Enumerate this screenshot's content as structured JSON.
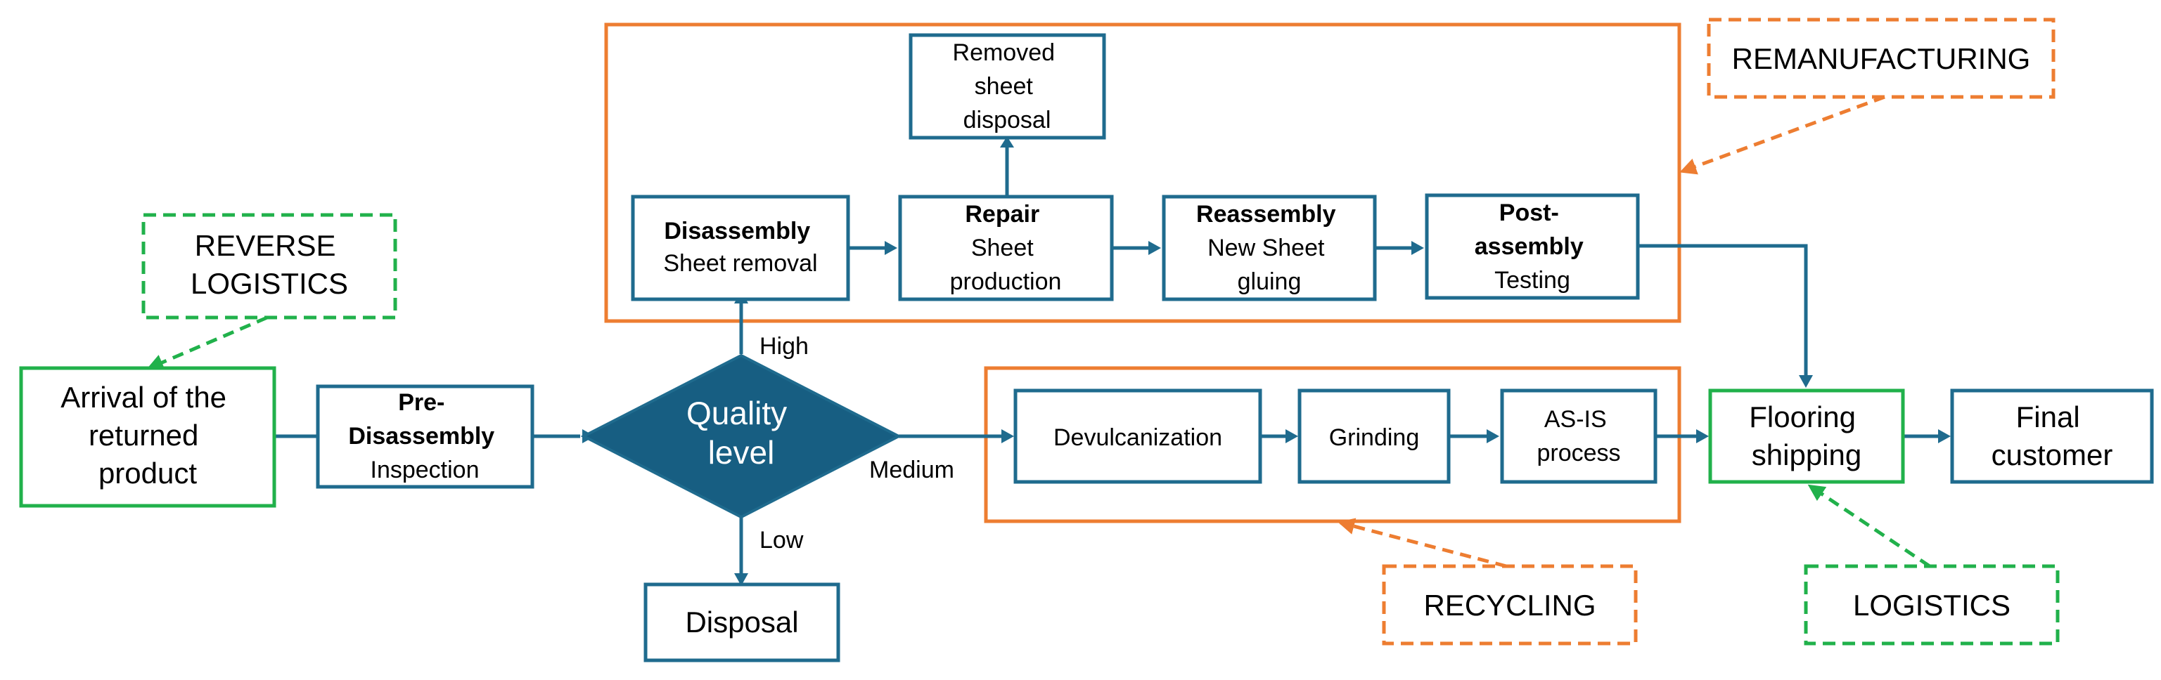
{
  "colors": {
    "process_blue": "#1f6b8e",
    "decision_fill": "#175e82",
    "orange": "#ed7d31",
    "green": "#21b14b"
  },
  "nodes": {
    "arrival": {
      "lines": [
        "Arrival of the",
        "returned",
        "product"
      ]
    },
    "predisassembly": {
      "bold": [
        "Pre-",
        "Disassembly"
      ],
      "normal": [
        "Inspection"
      ]
    },
    "quality": {
      "lines": [
        "Quality",
        "level"
      ]
    },
    "disposal": {
      "lines": [
        "Disposal"
      ]
    },
    "disassembly": {
      "bold": [
        "Disassembly"
      ],
      "normal": [
        "Sheet removal"
      ]
    },
    "repair": {
      "bold": [
        "Repair"
      ],
      "normal": [
        "Sheet",
        "production"
      ]
    },
    "removed": {
      "lines": [
        "Removed",
        "sheet",
        "disposal"
      ]
    },
    "reassembly": {
      "bold": [
        "Reassembly"
      ],
      "normal": [
        "New Sheet",
        "gluing"
      ]
    },
    "postassembly": {
      "bold": [
        "Post-",
        "assembly"
      ],
      "normal": [
        "Testing"
      ]
    },
    "devulcanization": {
      "lines": [
        "Devulcanization"
      ]
    },
    "grinding": {
      "lines": [
        "Grinding"
      ]
    },
    "asis": {
      "lines": [
        "AS-IS",
        "process"
      ]
    },
    "flooring": {
      "lines": [
        "Flooring",
        "shipping"
      ]
    },
    "final": {
      "lines": [
        "Final",
        "customer"
      ]
    }
  },
  "edge_labels": {
    "high": "High",
    "medium": "Medium",
    "low": "Low"
  },
  "callouts": {
    "reverse_logistics": [
      "REVERSE",
      "LOGISTICS"
    ],
    "remanufacturing": [
      "REMANUFACTURING"
    ],
    "recycling": [
      "RECYCLING"
    ],
    "logistics": [
      "LOGISTICS"
    ]
  }
}
